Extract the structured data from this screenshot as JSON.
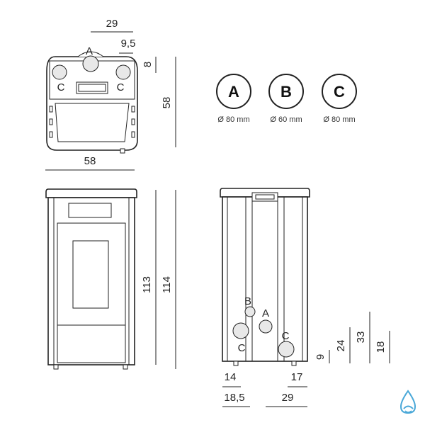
{
  "top_view": {
    "dim_width_top": "29",
    "dim_offset": "9,5",
    "dim_depth_top": "8",
    "dim_depth": "58",
    "dim_width": "58",
    "label_a": "A",
    "label_c_left": "C",
    "label_c_right": "C"
  },
  "front_view": {
    "dim_height_1": "113",
    "dim_height_2": "114"
  },
  "rear_view": {
    "label_b": "B",
    "label_a": "A",
    "label_c_left": "C",
    "label_c_right": "C",
    "dim_14": "14",
    "dim_17": "17",
    "dim_18_5": "18,5",
    "dim_29": "29",
    "dim_9": "9",
    "dim_24": "24",
    "dim_33": "33",
    "dim_18": "18"
  },
  "legend": [
    {
      "letter": "A",
      "caption": "Ø 80 mm"
    },
    {
      "letter": "B",
      "caption": "Ø 60 mm"
    },
    {
      "letter": "C",
      "caption": "Ø 80 mm"
    }
  ],
  "colors": {
    "line": "#222222",
    "logo": "#4aa8d8"
  },
  "logo_icon": "water-drop-logo"
}
